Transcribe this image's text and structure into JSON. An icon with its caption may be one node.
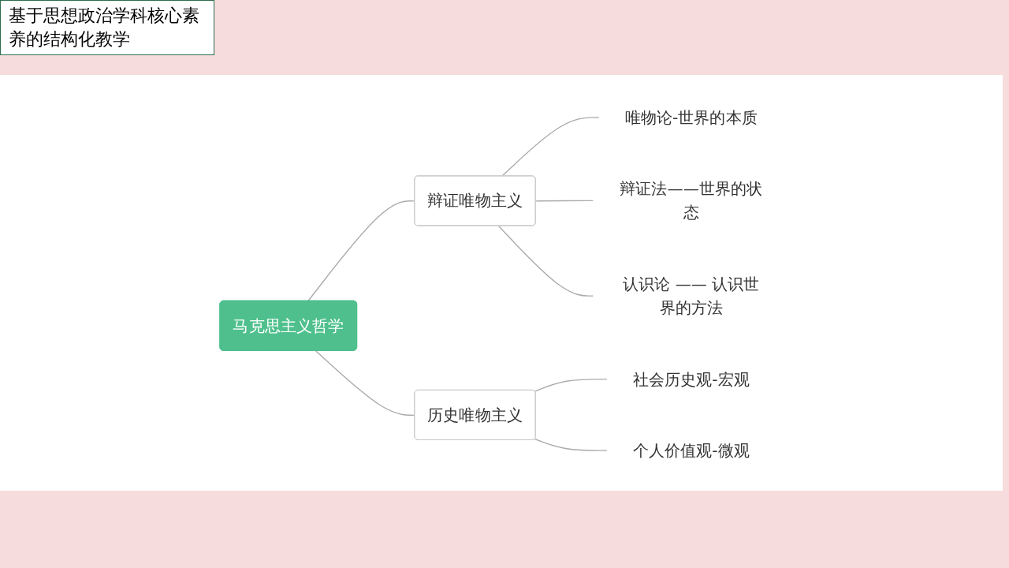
{
  "diagram": {
    "title": "基于思想政治学科核心素养的结构化教学",
    "nodes": [
      {
        "text": [
          "马克思主义哲学"
        ]
      },
      {
        "text": [
          "辩证唯物主义"
        ]
      },
      {
        "text": [
          "唯物论-世界的本质"
        ]
      },
      {
        "text": [
          "辩证法——世界的状态"
        ]
      },
      {
        "text": [
          "认识论 —— 认识世界的方法"
        ]
      },
      {
        "text": [
          "历史唯物主义"
        ]
      },
      {
        "text": [
          "社会历史观-宏观"
        ]
      },
      {
        "text": [
          "个人价值观-微观"
        ]
      }
    ],
    "edges": [
      {
        "from": 0,
        "to": 1,
        "arrow": "none"
      },
      {
        "from": 1,
        "to": 2,
        "arrow": "none"
      },
      {
        "from": 1,
        "to": 3,
        "arrow": "none"
      },
      {
        "from": 1,
        "to": 4,
        "arrow": "none"
      },
      {
        "from": 0,
        "to": 5,
        "arrow": "none"
      },
      {
        "from": 5,
        "to": 6,
        "arrow": "none"
      },
      {
        "from": 5,
        "to": 7,
        "arrow": "none"
      }
    ]
  }
}
